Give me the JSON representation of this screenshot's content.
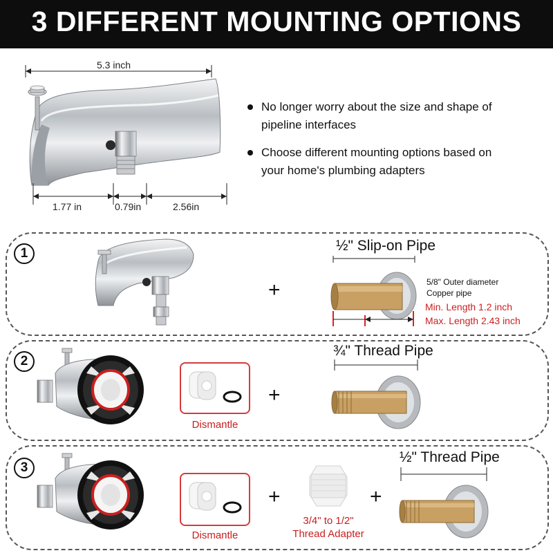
{
  "header": {
    "title": "3 DIFFERENT MOUNTING OPTIONS"
  },
  "dimensions": {
    "overall": "5.3 inch",
    "segment_1": "1.77 in",
    "segment_2": "0.79in",
    "segment_3": "2.56in"
  },
  "features": [
    {
      "line1": "No longer worry about the size and shape of",
      "line2": "pipeline interfaces"
    },
    {
      "line1": "Choose different mounting options based on",
      "line2": "your home's plumbing adapters"
    }
  ],
  "options": [
    {
      "number": "1",
      "plus": "+",
      "pipe_title": "½\" Slip-on Pipe",
      "note_line1": "5/8\" Outer diameter",
      "note_line2": "Copper pipe",
      "min_length": "Min. Length 1.2 inch",
      "max_length": "Max. Length 2.43 inch"
    },
    {
      "number": "2",
      "plus": "+",
      "pipe_title": "¾\" Thread Pipe",
      "dismantle_label": "Dismantle"
    },
    {
      "number": "3",
      "plus_1": "+",
      "plus_2": "+",
      "pipe_title": "½\" Thread Pipe",
      "dismantle_label": "Dismantle",
      "adapter_line1": "3/4\" to 1/2\"",
      "adapter_line2": "Thread Adapter"
    }
  ],
  "colors": {
    "accent_red": "#c81e1e",
    "banner": "#0d0d0d",
    "brass": "#c9a063",
    "chrome": "#c8ccd0"
  }
}
